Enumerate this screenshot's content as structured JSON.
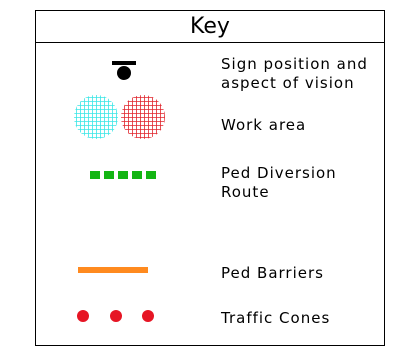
{
  "key": {
    "title": "Key",
    "items": [
      {
        "label_line1": "Sign position and",
        "label_line2": "aspect of vision",
        "icon": "sign-icon"
      },
      {
        "label_line1": "Work area",
        "icon": "work-area-icon",
        "colors": [
          "#39e6e6",
          "#e0242b"
        ]
      },
      {
        "label_line1": "Ped Diversion",
        "label_line2": "Route",
        "icon": "dashed-green-line-icon",
        "color": "#13b513"
      },
      {
        "label_line1": "Ped Barriers",
        "icon": "orange-bar-icon",
        "color": "#ff8a1f"
      },
      {
        "label_line1": "Traffic Cones",
        "icon": "traffic-cones-icon",
        "color": "#e61524"
      }
    ]
  }
}
